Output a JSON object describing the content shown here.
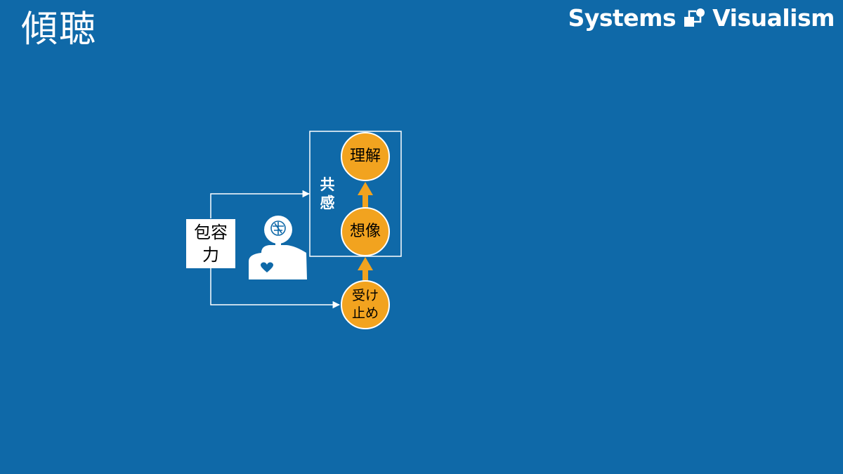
{
  "slide": {
    "title": "傾聴",
    "brand": {
      "left": "Systems",
      "right": "Visualism",
      "logo_icon": "systems-visualism-logo-icon"
    }
  },
  "diagram": {
    "colors": {
      "background": "#0f69a8",
      "node": "#f2a31f",
      "arrow_up": "#f2a31f",
      "line": "#ffffff"
    },
    "tolerance_box": {
      "line1": "包容",
      "line2": "力"
    },
    "empathy_label": "共感",
    "nodes": {
      "understanding": "理解",
      "imagination": "想像",
      "acceptance": {
        "line1": "受け",
        "line2": "止め"
      }
    },
    "person_icon": "person-brain-heart-icon"
  }
}
